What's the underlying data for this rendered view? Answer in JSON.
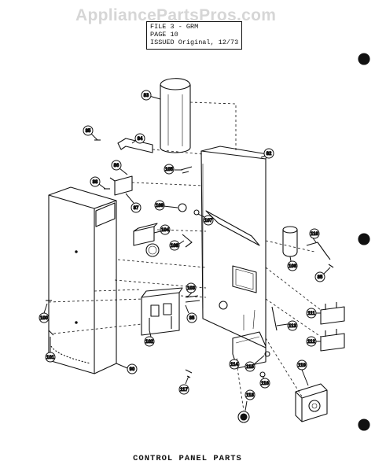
{
  "watermark": "AppliancePartsPros.com",
  "header": {
    "file": "FILE    3 - GRM",
    "page": "PAGE    10",
    "issued": "ISSUED  Original, 12/73"
  },
  "caption": "CONTROL PANEL PARTS",
  "callouts": [
    "82",
    "83",
    "84",
    "85",
    "86",
    "87",
    "88",
    "89",
    "90",
    "100",
    "101",
    "102",
    "103",
    "104",
    "105",
    "106",
    "107",
    "108",
    "109",
    "110",
    "111",
    "112",
    "113",
    "114",
    "115",
    "116",
    "117",
    "118",
    "119"
  ]
}
